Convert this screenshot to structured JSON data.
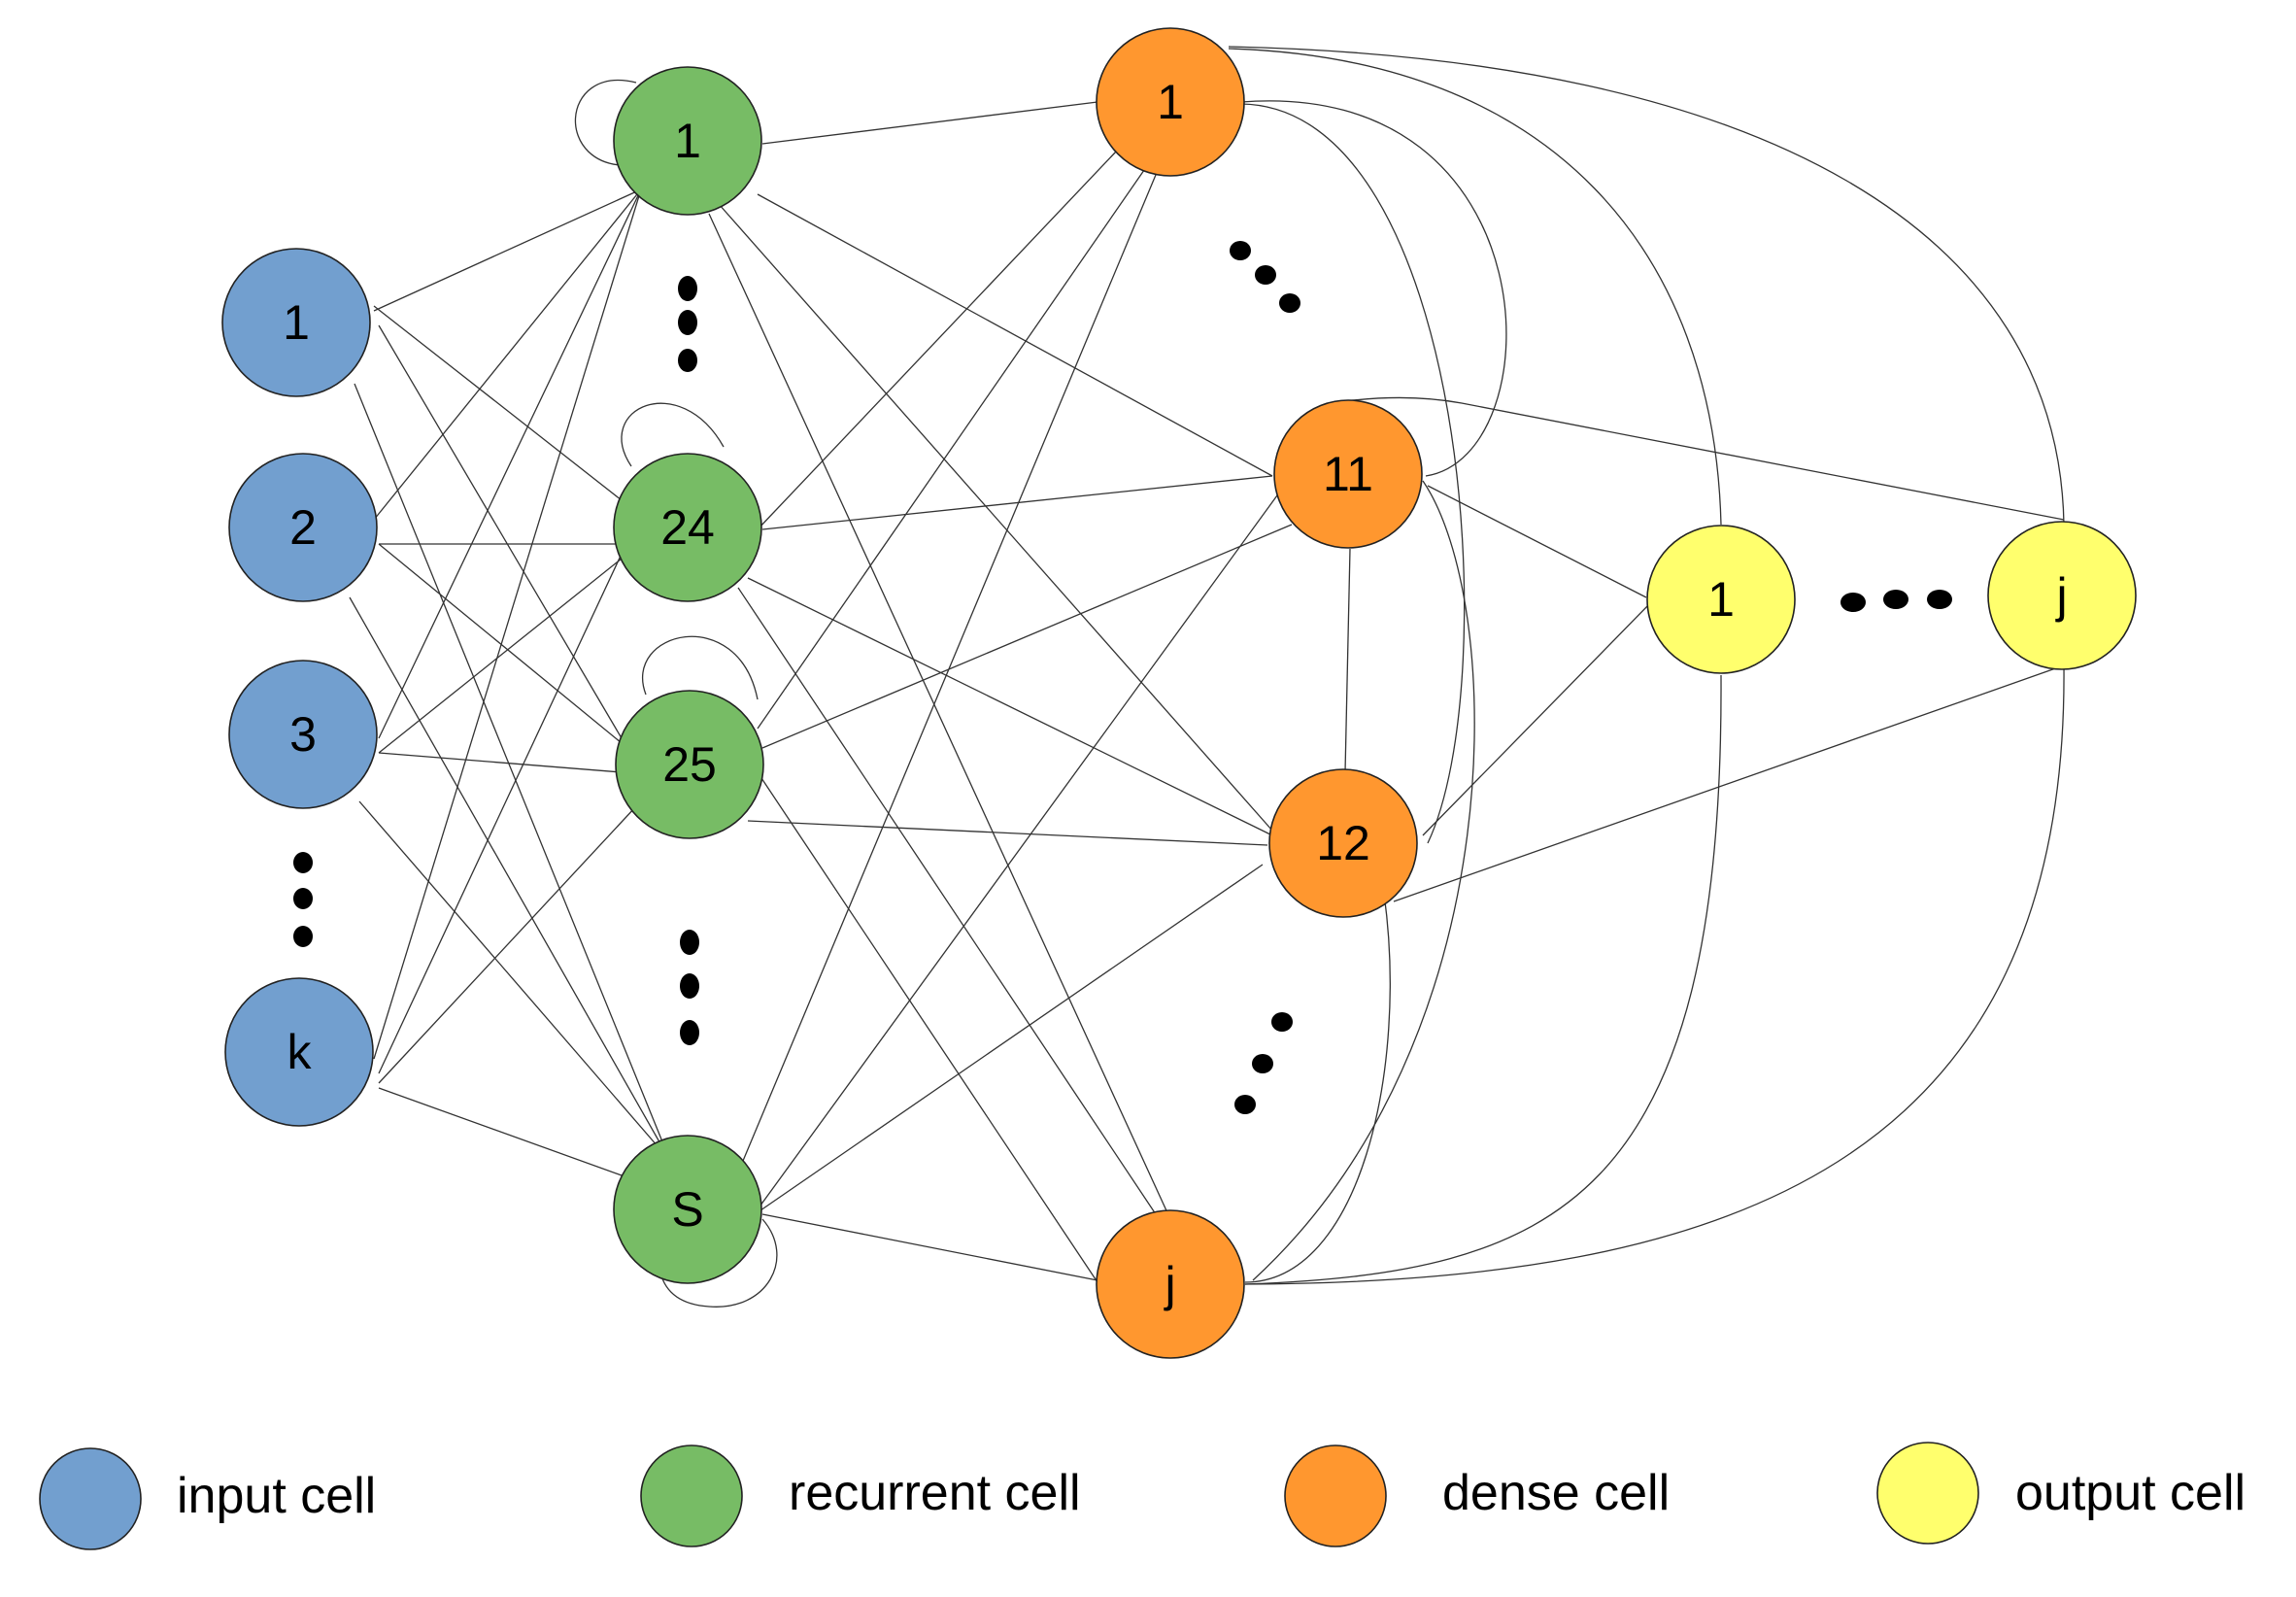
{
  "colors": {
    "input": "#729fcf",
    "recurrent": "#77bc65",
    "dense": "#ff972f",
    "output": "#ffff6d"
  },
  "input_nodes": [
    "1",
    "2",
    "3",
    "k"
  ],
  "recurrent_nodes": [
    "1",
    "24",
    "25",
    "S"
  ],
  "dense_nodes": [
    "1",
    "11",
    "12",
    "j"
  ],
  "output_nodes": [
    "1",
    "j"
  ],
  "legend": [
    {
      "type": "input",
      "label": "input cell"
    },
    {
      "type": "recurrent",
      "label": "recurrent cell"
    },
    {
      "type": "dense",
      "label": "dense cell"
    },
    {
      "type": "output",
      "label": "output cell"
    }
  ]
}
